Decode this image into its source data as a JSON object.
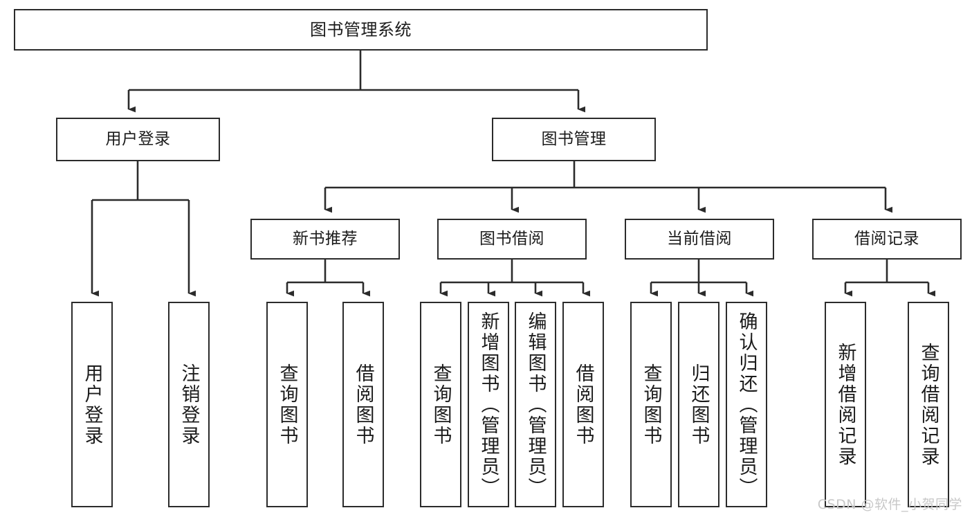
{
  "diagram": {
    "type": "tree-hierarchy",
    "title": "图书管理系统",
    "root": {
      "id": "root",
      "label": "图书管理系统"
    },
    "level2": [
      {
        "id": "user-login",
        "label": "用户登录"
      },
      {
        "id": "book-manage",
        "label": "图书管理"
      }
    ],
    "level3": [
      {
        "id": "new-book-rec",
        "label": "新书推荐",
        "parent": "book-manage"
      },
      {
        "id": "book-borrow",
        "label": "图书借阅",
        "parent": "book-manage"
      },
      {
        "id": "current-borrow",
        "label": "当前借阅",
        "parent": "book-manage"
      },
      {
        "id": "borrow-record",
        "label": "借阅记录",
        "parent": "book-manage"
      }
    ],
    "leaves": [
      {
        "id": "leaf-user-login",
        "label": "用户登录",
        "parent": "user-login"
      },
      {
        "id": "leaf-user-logout",
        "label": "注销登录",
        "parent": "user-login"
      },
      {
        "id": "leaf-query-book-1",
        "label": "查询图书",
        "parent": "new-book-rec"
      },
      {
        "id": "leaf-borrow-book-1",
        "label": "借阅图书",
        "parent": "new-book-rec"
      },
      {
        "id": "leaf-query-book-2",
        "label": "查询图书",
        "parent": "book-borrow"
      },
      {
        "id": "leaf-add-book",
        "label": "新增图书（管理员）",
        "parent": "book-borrow"
      },
      {
        "id": "leaf-edit-book",
        "label": "编辑图书（管理员）",
        "parent": "book-borrow"
      },
      {
        "id": "leaf-borrow-book-2",
        "label": "借阅图书",
        "parent": "book-borrow"
      },
      {
        "id": "leaf-query-book-3",
        "label": "查询图书",
        "parent": "current-borrow"
      },
      {
        "id": "leaf-return-book",
        "label": "归还图书",
        "parent": "current-borrow"
      },
      {
        "id": "leaf-confirm-return",
        "label": "确认归还（管理员）",
        "parent": "current-borrow"
      },
      {
        "id": "leaf-add-record",
        "label": "新增借阅记录",
        "parent": "borrow-record"
      },
      {
        "id": "leaf-query-record",
        "label": "查询借阅记录",
        "parent": "borrow-record"
      }
    ]
  },
  "watermark": {
    "text": "CSDN @软件_小贺同学"
  },
  "colors": {
    "stroke": "#2b2b2b",
    "text": "#1b1b1b",
    "background": "#ffffff",
    "watermark": "#c8c8c8"
  }
}
